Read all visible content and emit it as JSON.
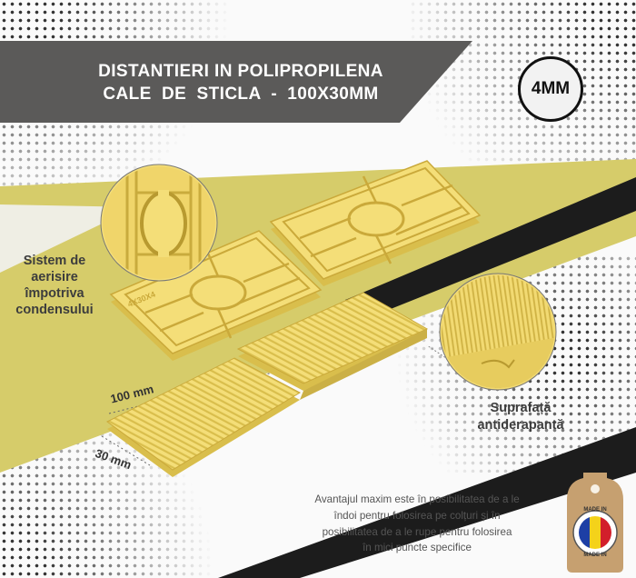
{
  "title": {
    "line1": "DISTANTIERI IN POLIPROPILENA",
    "line2": "CALE  DE  STICLA  -  100X30MM"
  },
  "badge": "4MM",
  "labels": {
    "aerisire": [
      "Sistem de",
      "aerisire",
      "împotriva",
      "condensului"
    ],
    "suprafata": [
      "Suprafață",
      "antiderapantă"
    ]
  },
  "dimensions": {
    "length": "100 mm",
    "width": "30 mm"
  },
  "spacer_marking": "4X30X4",
  "description": [
    "Avantajul  maxim este în posibilitatea de a le",
    "îndoi pentru folosirea pe colțuri și în",
    "posibilitatea de a le rupe pentru folosirea",
    "în mici puncte specifice"
  ],
  "origin_tag": {
    "top": "MADE IN",
    "bottom": "MADE IN"
  },
  "colors": {
    "yellow_band": "#d6cc6a",
    "dark_band": "#1c1c1c",
    "grey_band": "#5b5a59",
    "spacer_yellow": "#f4de78",
    "spacer_shadow": "#d9be4c",
    "tag_brown": "#c6a070"
  }
}
